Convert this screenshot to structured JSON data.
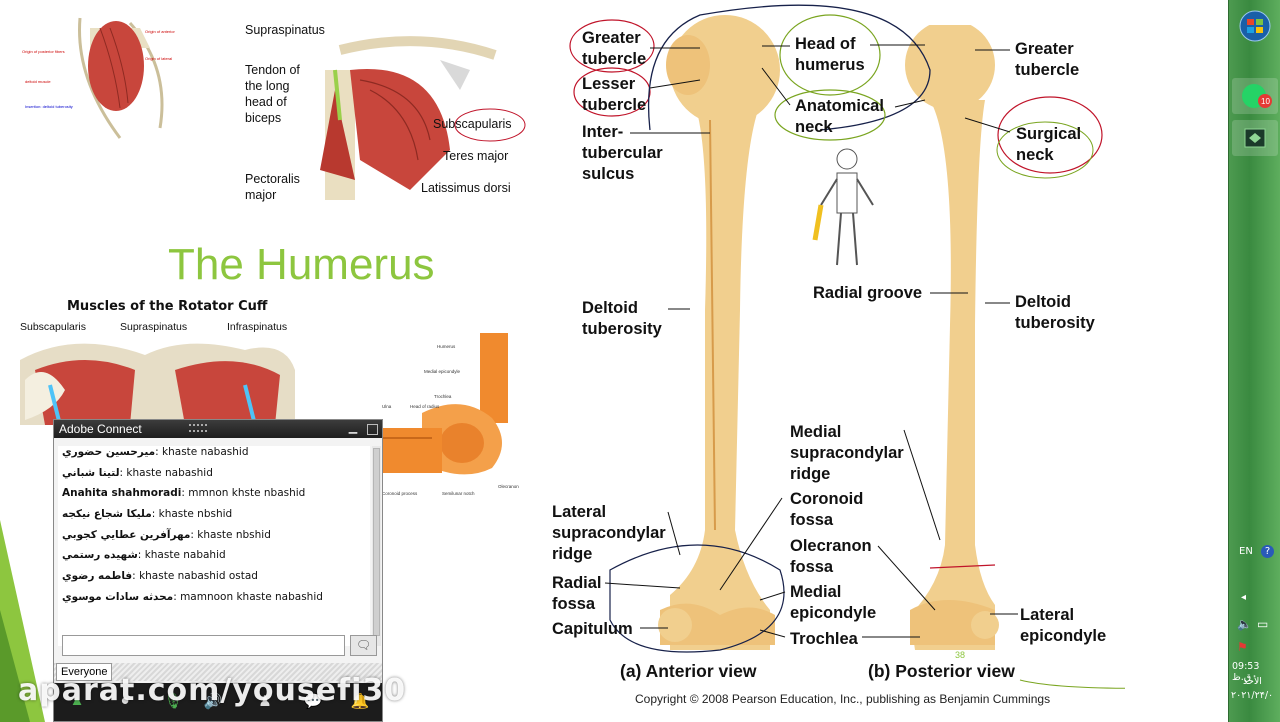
{
  "slide": {
    "title": "The Humerus",
    "small_fig1": {
      "labels": [
        "Supraspinatus",
        "Tendon of\nthe long\nhead of\nbiceps",
        "Subscapularis",
        "Teres major",
        "Pectoralis\nmajor",
        "Latissimus dorsi"
      ]
    },
    "rotator_cuff": {
      "title": "Muscles of the Rotator Cuff",
      "labels": [
        "Subscapularis",
        "Supraspinatus",
        "Infraspinatus"
      ]
    },
    "anterior_labels": [
      "Greater\ntubercle",
      "Lesser\ntubercle",
      "Inter-\ntubercular\nsulcus",
      "Deltoid\ntuberosity",
      "Lateral\nsupracondylar\nridge",
      "Radial\nfossa",
      "Capitulum"
    ],
    "center_labels": [
      "Head of\nhumerus",
      "Anatomical\nneck",
      "Radial groove",
      "Medial\nsupracondylar\nridge",
      "Coronoid\nfossa",
      "Olecranon\nfossa",
      "Medial\nepicondyle",
      "Trochlea"
    ],
    "posterior_labels": [
      "Greater\ntubercle",
      "Surgical\nneck",
      "Deltoid\ntuberosity",
      "Lateral\nepicondyle"
    ],
    "views": [
      "(a) Anterior view",
      "(b) Posterior view"
    ],
    "copyright": "Copyright © 2008 Pearson Education, Inc., publishing as Benjamin Cummings",
    "page_number": "38"
  },
  "adobe_connect": {
    "title": "Adobe Connect",
    "messages": [
      {
        "name": "ميرحسين حضوري",
        "text": "khaste nabashid"
      },
      {
        "name": "لتينا شباني",
        "text": "khaste nabashid"
      },
      {
        "name": "Anahita shahmoradi",
        "text": "mmnon khste nbashid"
      },
      {
        "name": "مليكا شجاع نيكجه",
        "text": "khaste nbshid"
      },
      {
        "name": "مهرآفرين عطايي كجوبي",
        "text": " khaste nbshid"
      },
      {
        "name": "شهيده رستمي",
        "text": "khaste nabahid"
      },
      {
        "name": "فاطمه رضوي",
        "text": "khaste nabashid ostad"
      },
      {
        "name": "محدثه سادات موسوي",
        "text": "mamnoon khaste nabashid"
      }
    ],
    "audience": "Everyone"
  },
  "watermark": "aparat.com/yousefi30",
  "taskbar": {
    "whatsapp_badge": "10",
    "language": "EN",
    "time": "09:53 ق.ظ",
    "day": "الأحد",
    "date": "۲۰۲۱/۲۴/۰"
  },
  "colors": {
    "title_green": "#8dc63f",
    "taskbar_green": "#3a8a40",
    "bone": "#f1cf8e",
    "muscle": "#c8463c"
  }
}
